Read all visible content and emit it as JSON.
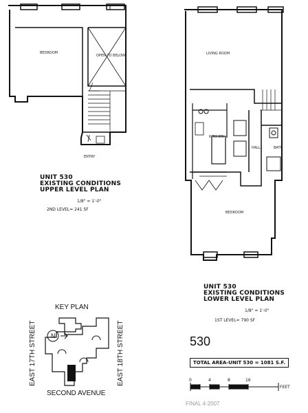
{
  "upper_plan": {
    "rooms": {
      "bedroom": "BEDROOM",
      "open_to_below": "OPEN TO BELOW",
      "entry": "ENTRY"
    },
    "title_line1": "UNIT 530",
    "title_line2": "EXISTING CONDITIONS",
    "title_line3": "UPPER LEVEL PLAN",
    "scale": "1/8\" = 1'-0\"",
    "area": "2ND LEVEL= 241 SF"
  },
  "lower_plan": {
    "rooms": {
      "living_room": "LIVING ROOM",
      "kitchen": "KITCHEN",
      "hall": "HALL",
      "bath": "BATH",
      "bedroom": "BEDROOM"
    },
    "title_line1": "UNIT 530",
    "title_line2": "EXISTING CONDITIONS",
    "title_line3": "LOWER LEVEL PLAN",
    "scale": "1/8\" = 1'-0\"",
    "area": "1ST LEVEL= 790 SF"
  },
  "key_plan": {
    "title": "KEY PLAN",
    "north": "N",
    "left_street": "EAST 17TH STREET",
    "right_street": "EAST 18TH STREET",
    "bottom_street": "SECOND AVENUE"
  },
  "unit_number": "530",
  "total_area": "TOTAL AREA-UNIT 530 = 1081 S.F.",
  "scale_bar": {
    "ticks": [
      "0",
      "4",
      "8",
      "16"
    ],
    "unit": "FEET"
  },
  "footer": "FINAL 4-2007",
  "colors": {
    "ink": "#111111",
    "faint": "#999999"
  }
}
